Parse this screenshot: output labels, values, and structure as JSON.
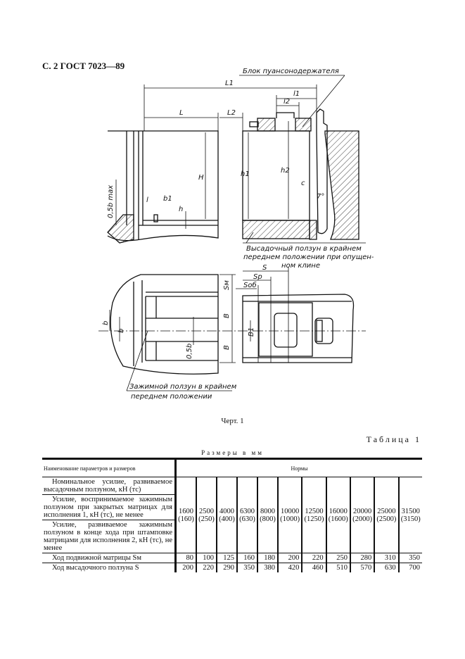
{
  "header": "С. 2 ГОСТ 7023—89",
  "drawing": {
    "labels": {
      "punch_block": "Блок пуансонодержателя",
      "L1": "L1",
      "L": "L",
      "L2": "L2",
      "l1": "l1",
      "l2": "l2",
      "H": "H",
      "h1": "h1",
      "h2": "h2",
      "h": "h",
      "l": "l",
      "b1": "b1",
      "c": "c",
      "angle": "7°",
      "half_b_max": "0,5b max",
      "upset_slide": [
        "Высадочный ползун в крайнем",
        "переднем положении при опущен-",
        "ном клине"
      ],
      "S": "S",
      "Sp": "Sp",
      "Sob": "Sоб",
      "Sm": "Sм",
      "B": "B",
      "B1": "B1",
      "b": "b",
      "half_b": "0,5b",
      "clamp_slide": [
        "Зажимной ползун в крайнем",
        "переднем положении"
      ]
    },
    "caption": "Черт. 1"
  },
  "table": {
    "title": "Таблица 1",
    "subtitle": "Размеры в мм",
    "head": {
      "name": "Наименование параметров и размеров",
      "norms": "Нормы"
    },
    "force_rows": [
      "Номинальное усилие, развиваемое высадочным ползуном, кН (тс)",
      "Усилие, воспринимаемое зажимным ползуном при закрытых матрицах для исполнения 1, кН (тс), не менее",
      "Усилие, развиваемое зажимным ползуном в конце хода при штамповке матрицами для исполнения 2, кН (тс), не менее"
    ],
    "force_values": [
      "1600 (160)",
      "2500 (250)",
      "4000 (400)",
      "6300 (630)",
      "8000 (800)",
      "10000 (1000)",
      "12500 (1250)",
      "16000 (1600)",
      "20000 (2000)",
      "25000 (2500)",
      "31500 (3150)"
    ],
    "rows": [
      {
        "name": "Ход подвижной матрицы Sм",
        "values": [
          "80",
          "100",
          "125",
          "160",
          "180",
          "200",
          "220",
          "250",
          "280",
          "310",
          "350"
        ]
      },
      {
        "name": "Ход высадочного ползуна S",
        "values": [
          "200",
          "220",
          "290",
          "350",
          "380",
          "420",
          "460",
          "510",
          "570",
          "630",
          "700"
        ]
      }
    ]
  }
}
